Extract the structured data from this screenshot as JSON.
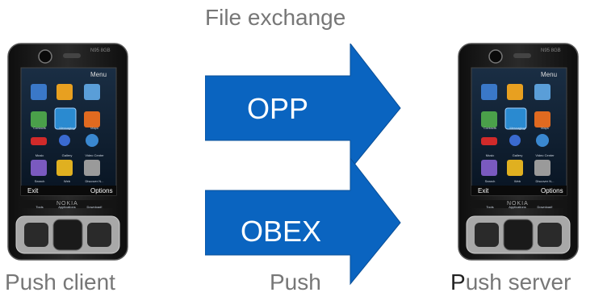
{
  "captions": {
    "top": "File exchange",
    "left": "Push client",
    "middle": "Push",
    "right_first": "P",
    "right_rest": "ush server"
  },
  "arrows": {
    "top_label": "OPP",
    "bottom_label": "OBEX",
    "fill_color": "#0a64c0",
    "edge_color": "#094f98"
  },
  "phone": {
    "brand": "NOKIA",
    "model": "N95 8GB",
    "header": "Menu",
    "softkey_left": "Exit",
    "softkey_right": "Options",
    "apps": [
      "Contacts",
      "Messaging",
      "Maps",
      "Music",
      "Gallery",
      "Video Center",
      "Search",
      "Web",
      "Discover N...",
      "Tools",
      "Applications",
      "Download!"
    ],
    "body_color": "#1e1e1e",
    "screen_color": "#0c1a2a"
  }
}
